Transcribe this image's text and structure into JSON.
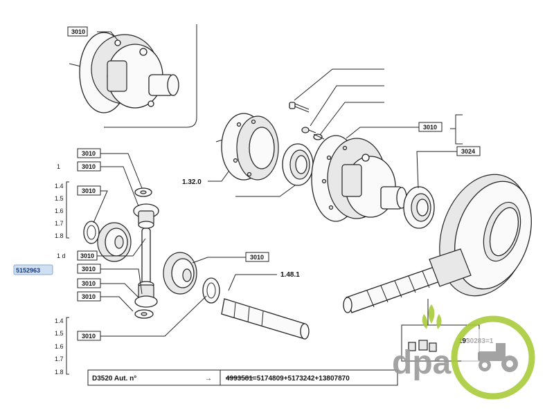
{
  "part_refs": {
    "r1": "3010",
    "r2": "3010",
    "r3": "3010",
    "r4": "3010",
    "r5": "3010",
    "r6": "3010",
    "r7": "3010",
    "r8": "3010",
    "r9": "3010",
    "r10": "3010",
    "r11": "3024",
    "r12": "3010"
  },
  "numbers": {
    "n_1_32_0": "1.32.0",
    "n_1_48_1": "1.48.1"
  },
  "left_column": {
    "q1": "1",
    "g1": [
      "1.4",
      "1.5",
      "1.6",
      "1.7",
      "1.8"
    ],
    "q2": "1 d",
    "g2": [
      "1.4",
      "1.5",
      "1.6",
      "1.7",
      "1.8"
    ]
  },
  "selected_part": "5152963",
  "footer": {
    "model": "D3520 Aut. n°",
    "arrow": "→",
    "serials": "4993581=5174809+5173242+13807870"
  },
  "kit_label": "1930283=1",
  "logo": {
    "text": "dpa",
    "ring_color": "#a9cc3a",
    "grey": "#9a9a9a"
  }
}
